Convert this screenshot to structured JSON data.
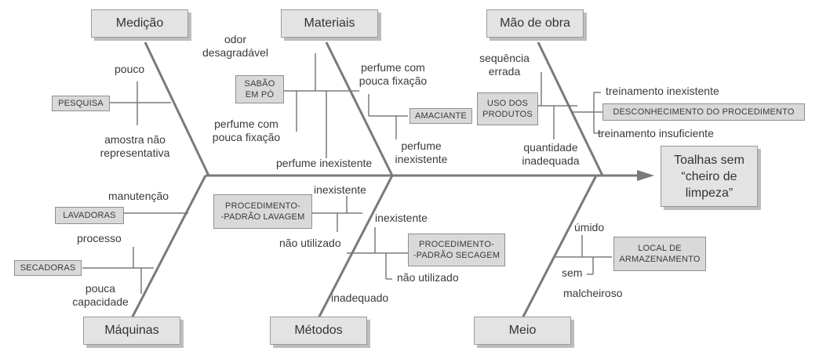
{
  "effect": "Toalhas sem\n“cheiro de\nlimpeza”",
  "categories": {
    "medicao": "Medição",
    "materiais": "Materiais",
    "mao_de_obra": "Mão de obra",
    "maquinas": "Máquinas",
    "metodos": "Métodos",
    "meio": "Meio"
  },
  "causes": {
    "pesquisa": "PESQUISA",
    "pouco": "pouco",
    "amostra_1": "amostra não",
    "amostra_2": "representativa",
    "sabao_1": "SABÃO",
    "sabao_2": "EM PÓ",
    "odor_1": "odor",
    "odor_2": "desagradável",
    "perfume_pouca_a1": "perfume com",
    "perfume_pouca_a2": "pouca fixação",
    "perfume_inexistente_a": "perfume inexistente",
    "perfume_pouca_b1": "perfume com",
    "perfume_pouca_b2": "pouca fixação",
    "amaciante": "AMACIANTE",
    "perfume_inexistente_b1": "perfume",
    "perfume_inexistente_b2": "inexistente",
    "sequencia_1": "sequência",
    "sequencia_2": "errada",
    "uso_1": "USO DOS",
    "uso_2": "PRODUTOS",
    "quantidade_1": "quantidade",
    "quantidade_2": "inadequada",
    "treinamento_inexistente": "treinamento inexistente",
    "desconhecimento": "DESCONHECIMENTO DO PROCEDIMENTO",
    "treinamento_insuficiente": "treinamento insuficiente",
    "lavadoras": "LAVADORAS",
    "manutencao": "manutenção",
    "processo": "processo",
    "secadoras": "SECADORAS",
    "pouca_cap_1": "pouca",
    "pouca_cap_2": "capacidade",
    "proc_lavagem_1": "PROCEDIMENTO-",
    "proc_lavagem_2": "-PADRÃO LAVAGEM",
    "inexistente_a": "inexistente",
    "nao_utilizado_a": "não utilizado",
    "inexistente_b": "inexistente",
    "proc_secagem_1": "PROCEDIMENTO-",
    "proc_secagem_2": "-PADRÃO SECAGEM",
    "nao_utilizado_b": "não utilizado",
    "inadequado": "inadequado",
    "umido": "úmido",
    "local_1": "LOCAL DE",
    "local_2": "ARMAZENAMENTO",
    "sem": "sem",
    "malcheiroso": "malcheiroso"
  },
  "colors": {
    "line": "#7a7a7a",
    "box_fill": "#d9d9d9",
    "category_fill": "#e3e3e3",
    "shadow": "#bdbdbd"
  }
}
